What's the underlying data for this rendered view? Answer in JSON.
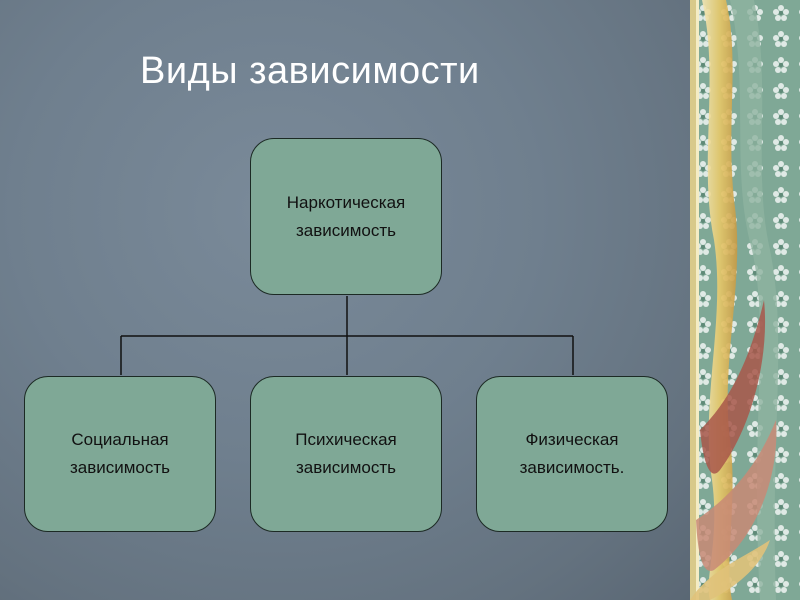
{
  "title": "Виды зависимости",
  "root": {
    "label": "Наркотическая\nзависимость"
  },
  "children": [
    {
      "label": "Социальная\nзависимость"
    },
    {
      "label": "Психическая\nзависимость"
    },
    {
      "label": "Физическая\nзависимость."
    }
  ],
  "colors": {
    "box_fill": "#7fa896",
    "box_border": "#1c2a24",
    "background": "#6f7f8e",
    "title": "#ffffff"
  }
}
